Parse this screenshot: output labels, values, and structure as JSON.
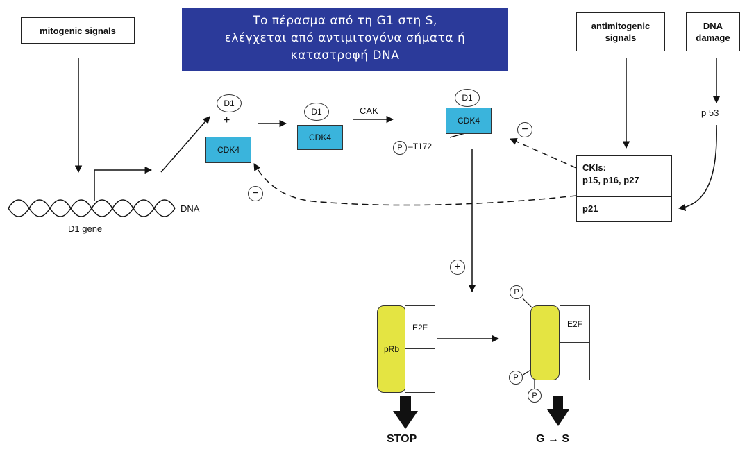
{
  "title": {
    "line1": "Το πέρασμα από τη G1 στη S,",
    "line2": "ελέγχεται από αντιμιτογόνα σήματα ή",
    "line3": "καταστροφή DNA"
  },
  "inputs": {
    "mitogenic": "mitogenic signals",
    "antimitogenic_line1": "antimitogenic",
    "antimitogenic_line2": "signals",
    "dna_damage_line1": "DNA",
    "dna_damage_line2": "damage"
  },
  "dna": {
    "label": "DNA",
    "gene": "D1 gene"
  },
  "complex": {
    "d1": "D1",
    "cdk4": "CDK4",
    "plus": "+",
    "cak": "CAK",
    "phospho": "P",
    "site": "T172"
  },
  "p53": "p 53",
  "ckis": {
    "header": "CKIs:",
    "members": "p15, p16, p27",
    "p21": "p21"
  },
  "signs": {
    "minus": "−",
    "plus": "+"
  },
  "rb": {
    "prb": "pRb",
    "e2f": "E2F",
    "phospho": "P"
  },
  "outcomes": {
    "stop": "STOP",
    "g_to_s": "G → S"
  },
  "colors": {
    "banner": "#2b3a9a",
    "cdk4": "#3ab4dc",
    "prb": "#e4e442"
  }
}
